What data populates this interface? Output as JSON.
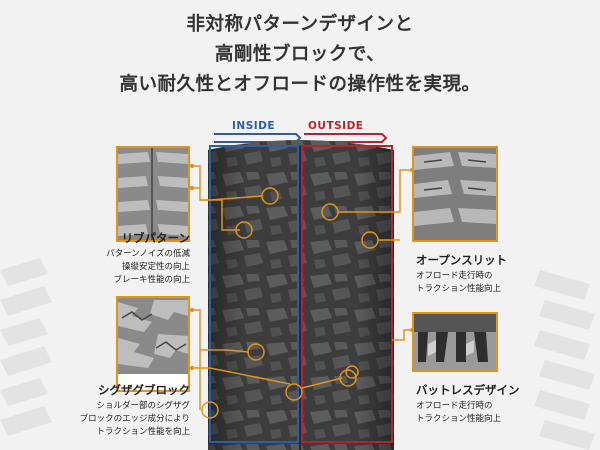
{
  "headline": {
    "line1": "非対称パターンデザインと",
    "line2": "高剛性ブロックで、",
    "line3": "高い耐久性とオフロードの操作性を実現。"
  },
  "tabs": {
    "inside": "INSIDE",
    "outside": "OUTSIDE"
  },
  "features": {
    "rib": {
      "title": "リブパターン",
      "desc": [
        "パターンノイズの低減",
        "操縦安定性の向上",
        "ブレーキ性能の向上"
      ]
    },
    "zigzag": {
      "title": "シグザグブロック",
      "desc": [
        "ショルダー部のシグザグ",
        "ブロックのエッジ成分により",
        "トラクション性能を向上"
      ]
    },
    "open_slit": {
      "title": "オープンスリット",
      "desc": [
        "オフロード走行時の",
        "トラクション性能向上"
      ]
    },
    "buttress": {
      "title": "バットレスデザイン",
      "desc": [
        "オフロード走行時の",
        "トラクション性能向上"
      ]
    }
  },
  "colors": {
    "accent_orange": "#e0931f",
    "inside_blue": "#2a5fa8",
    "outside_red": "#b8232a",
    "tread_dark": "#3a3a3a"
  }
}
